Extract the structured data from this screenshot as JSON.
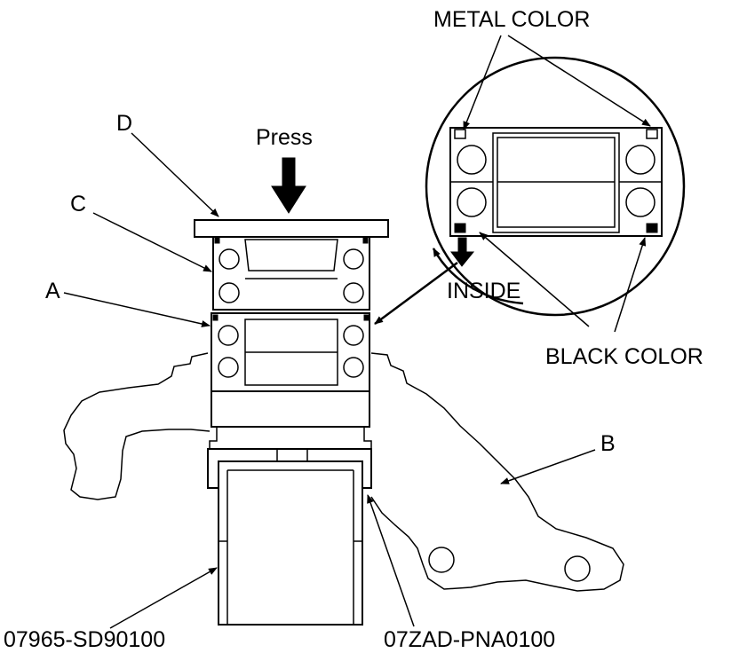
{
  "labels": {
    "metal_color": "METAL COLOR",
    "press": "Press",
    "d": "D",
    "c": "C",
    "a": "A",
    "inside": "INSIDE",
    "black_color": "BLACK COLOR",
    "b": "B",
    "tool_left": "07965-SD90100",
    "tool_right": "07ZAD-PNA0100"
  },
  "colors": {
    "ink": "#000000",
    "paper": "#ffffff"
  }
}
